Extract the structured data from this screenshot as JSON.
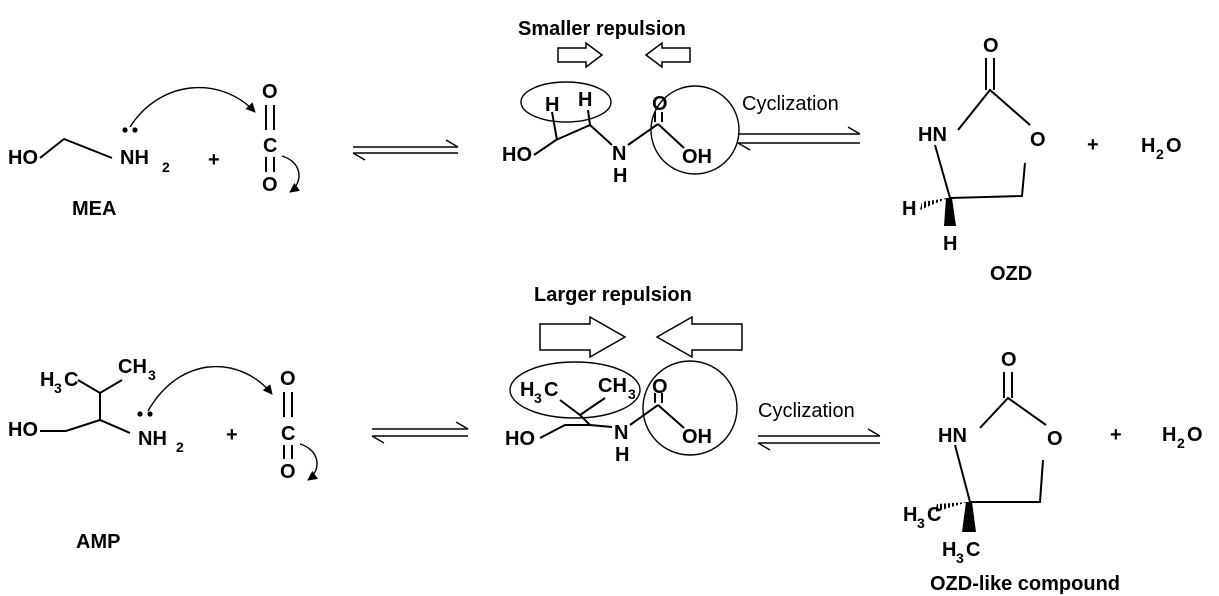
{
  "atoms": {
    "ho": "HO",
    "nh": "NH",
    "n": "N",
    "h": "H",
    "o": "O",
    "c": "C",
    "oh": "OH",
    "hn": "HN",
    "h2o_h": "H",
    "h2o_o": "O",
    "h3c_h": "H",
    "h3c_c": "C",
    "ch3": "CH",
    "two": "2",
    "three": "3",
    "plus": "+"
  },
  "labels": {
    "mea": "MEA",
    "amp": "AMP",
    "ozd": "OZD",
    "ozd_like": "OZD-like compound",
    "smaller_repulsion": "Smaller repulsion",
    "larger_repulsion": "Larger repulsion",
    "cyclization": "Cyclization"
  },
  "colors": {
    "ink": "#000000",
    "background": "#ffffff"
  }
}
